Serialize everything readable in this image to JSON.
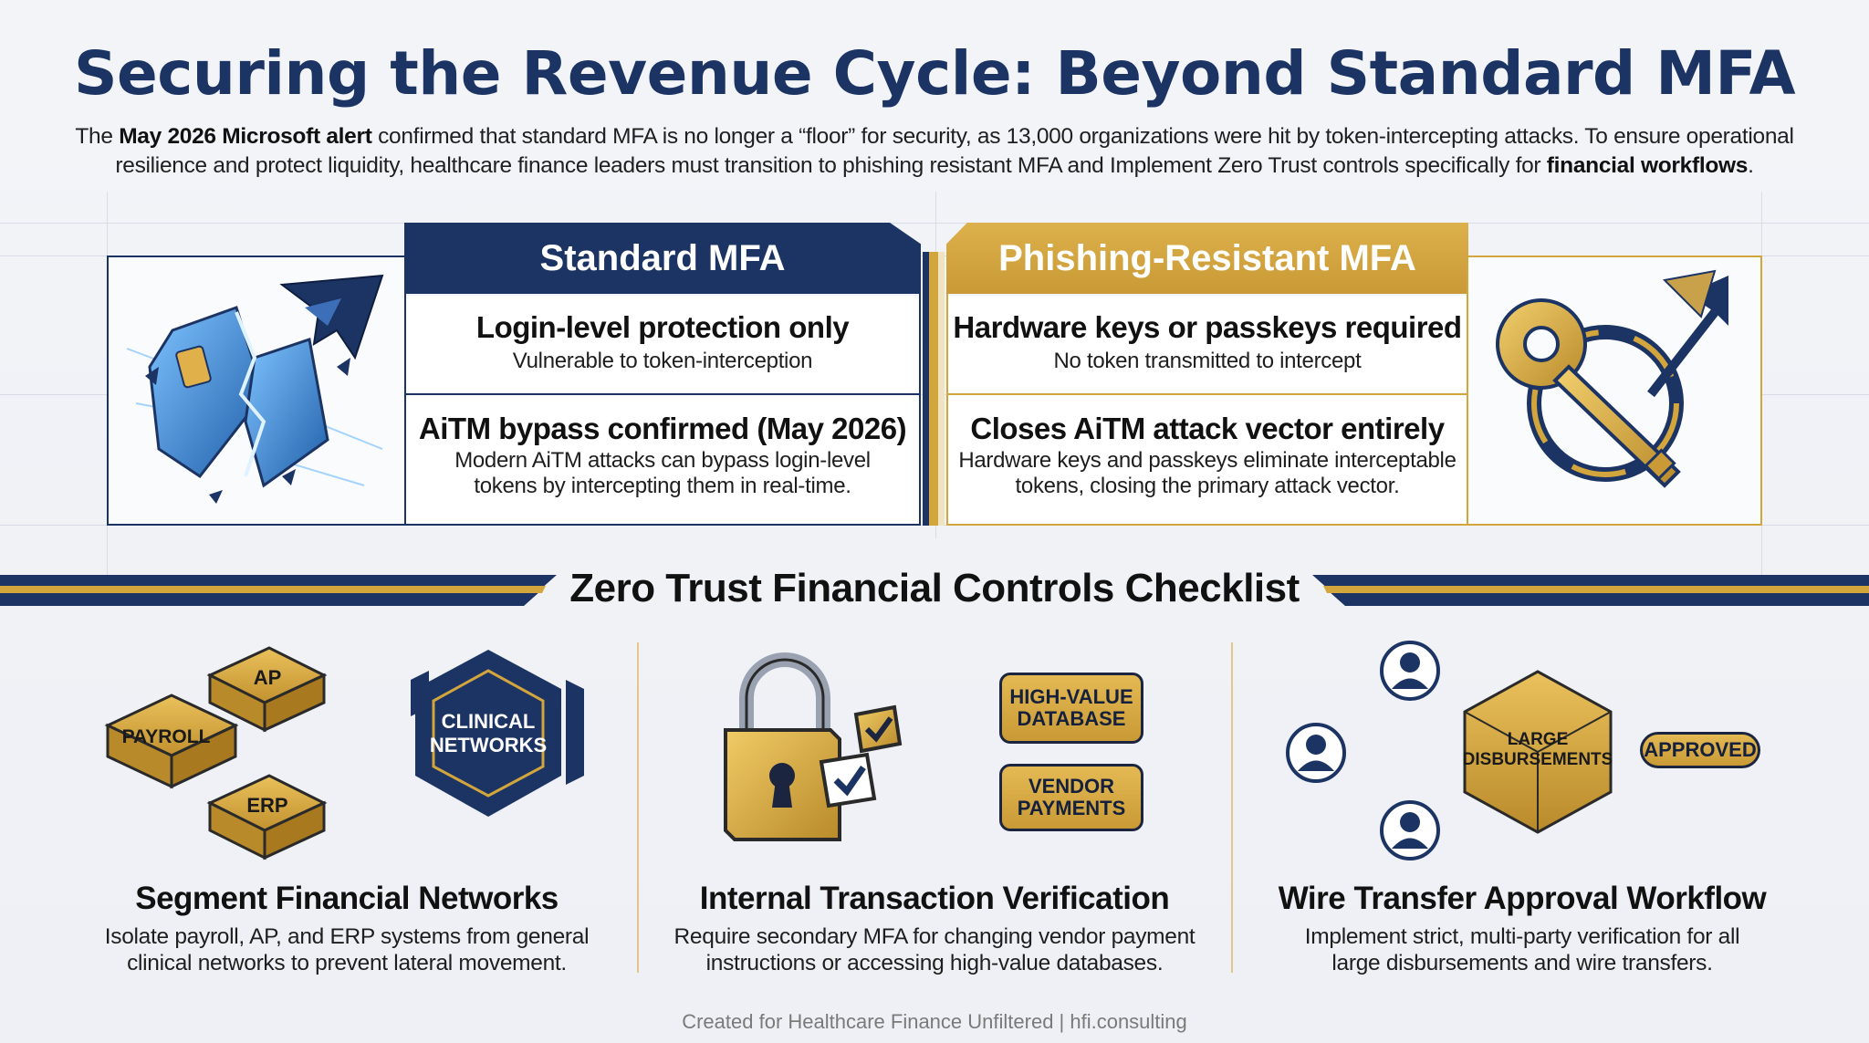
{
  "title": "Securing the Revenue Cycle: Beyond Standard MFA",
  "intro": {
    "p1": "The ",
    "b1": "May 2026 Microsoft alert",
    "p2": " confirmed that standard MFA is no longer a “floor” for security, as 13,000 organizations were hit by token-intercepting attacks. To ensure operational resilience and protect liquidity, healthcare finance leaders must transition to phishing resistant MFA and Implement Zero Trust controls specifically for ",
    "b2": "financial workflows",
    "p3": "."
  },
  "comparison": {
    "standard": {
      "header": "Standard MFA",
      "rows": [
        {
          "heading": "Login-level protection only",
          "detail": "Vulnerable to token-interception"
        },
        {
          "heading": "AiTM bypass confirmed (May 2026)",
          "detail_1": "Modern AiTM attacks can bypass login-level",
          "detail_2": "tokens by intercepting them in real-time."
        }
      ]
    },
    "phishing_resistant": {
      "header": "Phishing-Resistant MFA",
      "rows": [
        {
          "heading": "Hardware keys or passkeys required",
          "detail": "No token transmitted to intercept"
        },
        {
          "heading": "Closes AiTM attack vector entirely",
          "detail_1": "Hardware keys and passkeys eliminate interceptable",
          "detail_2": "tokens, closing the primary attack vector."
        }
      ]
    }
  },
  "checklist": {
    "title": "Zero Trust Financial Controls Checklist",
    "columns": [
      {
        "title": "Segment Financial Networks",
        "desc_1": "Isolate payroll, AP, and ERP systems from general",
        "desc_2": "clinical networks to prevent lateral movement.",
        "labels": {
          "ap": "AP",
          "payroll": "PAYROLL",
          "erp": "ERP",
          "clinical_1": "CLINICAL",
          "clinical_2": "NETWORKS"
        }
      },
      {
        "title": "Internal Transaction Verification",
        "desc_1": "Require secondary MFA for changing vendor payment",
        "desc_2": "instructions or accessing high-value databases.",
        "labels": {
          "db_1": "HIGH-VALUE",
          "db_2": "DATABASE",
          "vp_1": "VENDOR",
          "vp_2": "PAYMENTS"
        }
      },
      {
        "title": "Wire Transfer Approval Workflow",
        "desc_1": "Implement strict, multi-party verification for all",
        "desc_2": "large disbursements and wire transfers.",
        "labels": {
          "large_1": "LARGE",
          "large_2": "DISBURSEMENTS",
          "approved": "APPROVED"
        }
      }
    ]
  },
  "footer": "Created for Healthcare Finance Unfiltered | hfi.consulting",
  "colors": {
    "navy": "#1c3463",
    "gold": "#d3a53d",
    "blue_accent": "#3d8fd8"
  }
}
